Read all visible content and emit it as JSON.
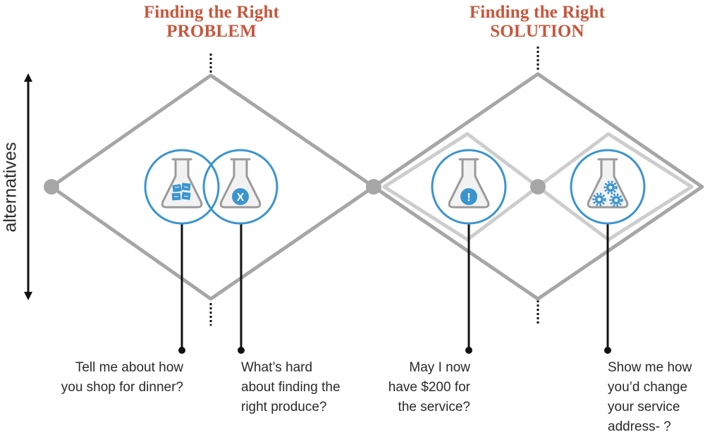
{
  "headings": {
    "problem": {
      "line1": "Finding the Right",
      "line2": "PROBLEM"
    },
    "solution": {
      "line1": "Finding the Right",
      "line2": "SOLUTION"
    }
  },
  "axis": {
    "label": "alternatives"
  },
  "icons": {
    "flask_notes": "flask-with-notes-icon",
    "flask_x": "flask-x-icon",
    "flask_exclamation": "flask-exclamation-icon",
    "flask_gears": "flask-gears-icon"
  },
  "captions": {
    "c1": "Tell me about how\nyou shop for dinner?",
    "c2": "What’s hard\nabout finding the\nright produce?",
    "c3": "May I now\nhave $200 for\nthe service?",
    "c4": "Show me how\nyou’d change\nyour service\naddress- ?"
  },
  "colors": {
    "heading": "#c8563b",
    "diamond": "#a6a6a6",
    "inner_diamond": "#cdcdcd",
    "circle": "#3a94cf",
    "badge": "#3a94cf",
    "leader": "#111111"
  }
}
